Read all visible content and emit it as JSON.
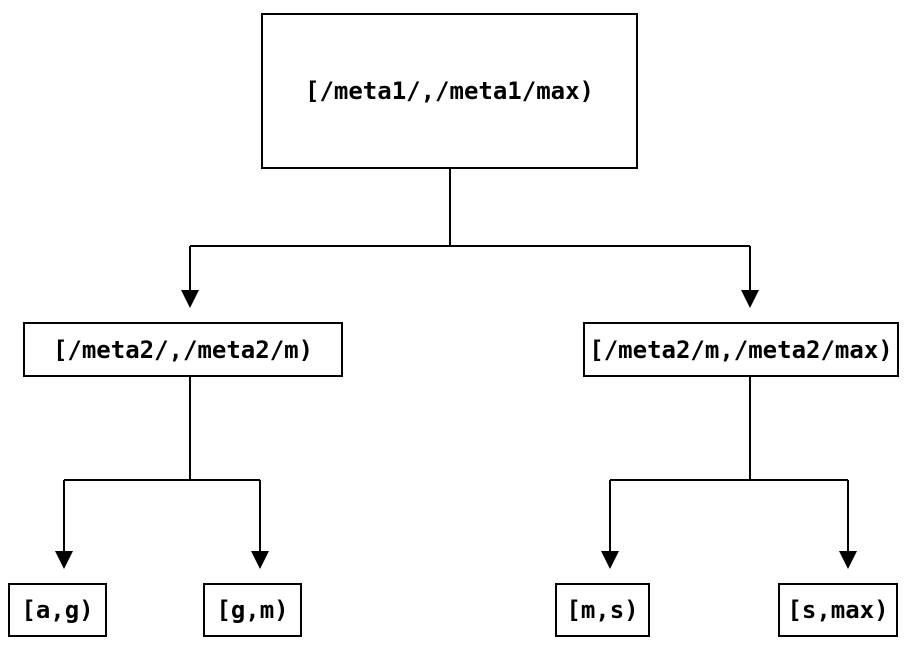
{
  "diagram": {
    "type": "tree",
    "background_color": "#ffffff",
    "line_color": "#000000",
    "text_color": "#000000",
    "nodes": [
      {
        "id": "root",
        "label": "[/meta1/,/meta1/max)"
      },
      {
        "id": "left",
        "label": "[/meta2/,/meta2/m)"
      },
      {
        "id": "right",
        "label": "[/meta2/m,/meta2/max)"
      },
      {
        "id": "leaf-ag",
        "label": "[a,g)"
      },
      {
        "id": "leaf-gm",
        "label": "[g,m)"
      },
      {
        "id": "leaf-ms",
        "label": "[m,s)"
      },
      {
        "id": "leaf-smax",
        "label": "[s,max)"
      }
    ],
    "edges": [
      {
        "from": "root",
        "to": "left"
      },
      {
        "from": "root",
        "to": "right"
      },
      {
        "from": "left",
        "to": "leaf-ag"
      },
      {
        "from": "left",
        "to": "leaf-gm"
      },
      {
        "from": "right",
        "to": "leaf-ms"
      },
      {
        "from": "right",
        "to": "leaf-smax"
      }
    ]
  }
}
